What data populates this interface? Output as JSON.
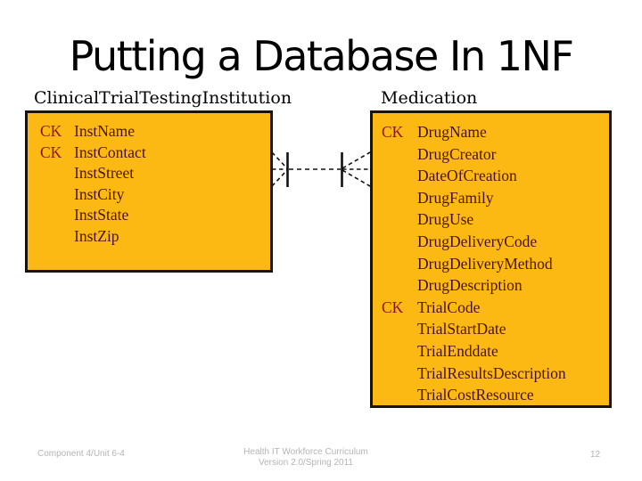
{
  "slide": {
    "title": "Putting a Database In 1NF",
    "background_color": "#ffffff"
  },
  "diagram": {
    "entities": [
      {
        "name": "ClinicalTrialTestingInstitution",
        "attributes": [
          {
            "key": "CK",
            "name": "InstName"
          },
          {
            "key": "CK",
            "name": "InstContact"
          },
          {
            "key": "",
            "name": "InstStreet"
          },
          {
            "key": "",
            "name": "InstCity"
          },
          {
            "key": "",
            "name": "InstState"
          },
          {
            "key": "",
            "name": "InstZip"
          }
        ]
      },
      {
        "name": "Medication",
        "attributes": [
          {
            "key": "CK",
            "name": "DrugName"
          },
          {
            "key": "",
            "name": "DrugCreator"
          },
          {
            "key": "",
            "name": "DateOfCreation"
          },
          {
            "key": "",
            "name": "DrugFamily"
          },
          {
            "key": "",
            "name": "DrugUse"
          },
          {
            "key": "",
            "name": "DrugDeliveryCode"
          },
          {
            "key": "",
            "name": "DrugDeliveryMethod"
          },
          {
            "key": "",
            "name": "DrugDescription"
          },
          {
            "key": "CK",
            "name": "TrialCode"
          },
          {
            "key": "",
            "name": "TrialStartDate"
          },
          {
            "key": "",
            "name": "TrialEnddate"
          },
          {
            "key": "",
            "name": "TrialResultsDescription"
          },
          {
            "key": "",
            "name": "TrialCostResource"
          }
        ]
      }
    ],
    "relationship": {
      "type": "many-to-many",
      "line_style": "dashed",
      "notation": "crow-foot-with-one-bar-both-ends"
    },
    "colors": {
      "entity_fill": "#FCB813",
      "entity_border": "#17120b",
      "key_text": "#8B1408",
      "attribute_text": "#4A1505",
      "connector_stroke": "#111111",
      "footer_text": "#b4b4b4"
    }
  },
  "footer": {
    "left": "Component 4/Unit 6-4",
    "center_line1": "Health IT Workforce Curriculum",
    "center_line2": "Version 2.0/Spring 2011",
    "page_number": "12"
  }
}
